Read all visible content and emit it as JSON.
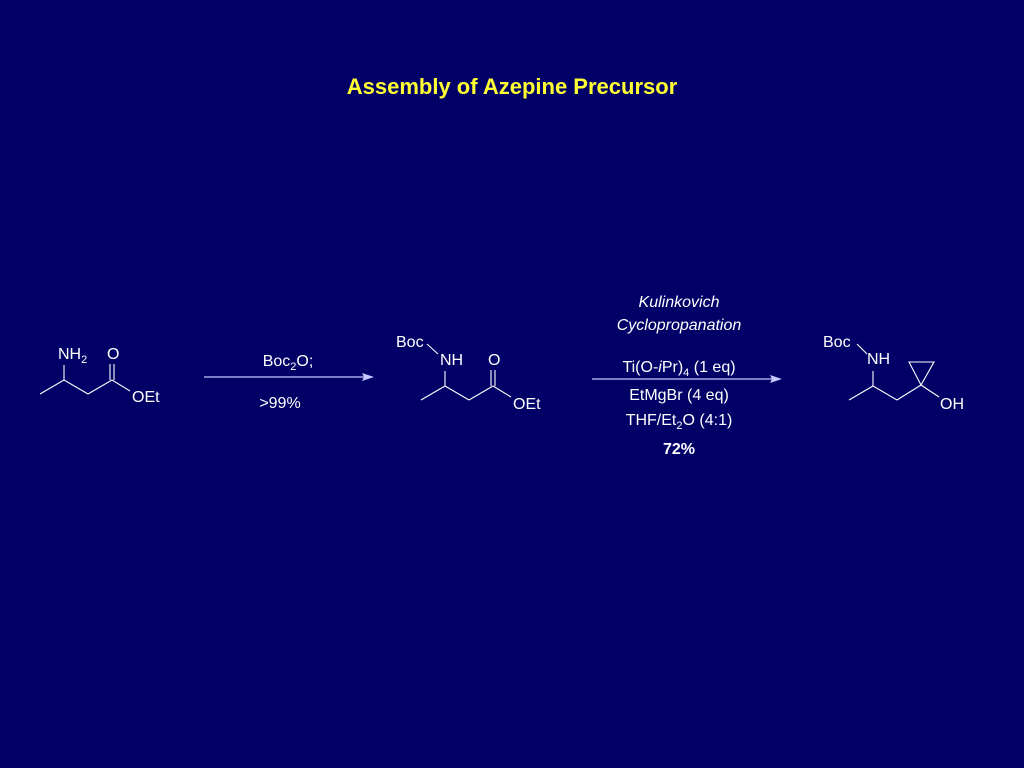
{
  "slide": {
    "title": "Assembly of Azepine Precursor",
    "background": "#000066",
    "title_color": "#ffff33"
  },
  "mol1": {
    "amine": "NH",
    "amine_sub": "2",
    "carbonyl_o": "O",
    "ester": "OEt"
  },
  "step1": {
    "reagent_pre": "Boc",
    "reagent_sub": "2",
    "reagent_post": "O;",
    "yield": ">99%"
  },
  "mol2": {
    "protecting_group": "Boc",
    "amine": "NH",
    "carbonyl_o": "O",
    "ester": "OEt"
  },
  "step2": {
    "name_line1": "Kulinkovich",
    "name_line2": "Cyclopropanation",
    "reagent1_pre": "Ti(O-",
    "reagent1_italic": "i",
    "reagent1_mid": "Pr)",
    "reagent1_sub": "4",
    "reagent1_post": " (1 eq)",
    "reagent2": "EtMgBr (4 eq)",
    "reagent3_pre": "THF/Et",
    "reagent3_sub": "2",
    "reagent3_post": "O (4:1)",
    "yield": "72%"
  },
  "mol3": {
    "protecting_group": "Boc",
    "amine": "NH",
    "hydroxyl": "OH"
  }
}
